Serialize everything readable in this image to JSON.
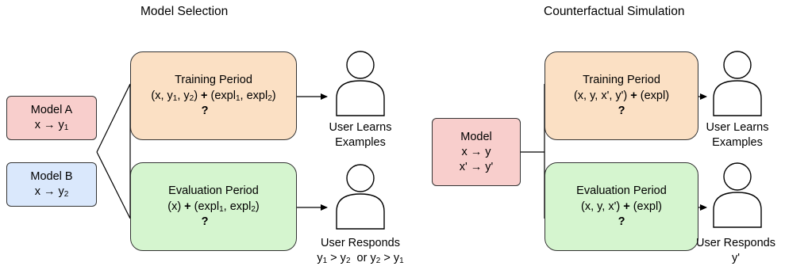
{
  "left": {
    "title": "Model Selection",
    "model_a": {
      "name": "Model A",
      "mapping_pre": "x → y",
      "mapping_sub": "1"
    },
    "model_b": {
      "name": "Model B",
      "mapping_pre": "x → y",
      "mapping_sub": "2"
    },
    "training": {
      "title": "Training Period",
      "formula": {
        "p1": "(x, y",
        "s1": "1",
        "p2": ", y",
        "s2": "2",
        "p3": ") ",
        "plus": "+",
        "p4": " (expl",
        "s3": "1",
        "p5": ", expl",
        "s4": "2",
        "p6": ")"
      },
      "question": "?"
    },
    "evaluation": {
      "title": "Evaluation Period",
      "formula": {
        "p1": "(x) ",
        "plus": "+",
        "p2": " (expl",
        "s1": "1",
        "p3": ", expl",
        "s2": "2",
        "p4": ")"
      },
      "question": "?"
    },
    "user_learns": {
      "line1": "User Learns",
      "line2": "Examples"
    },
    "user_responds": {
      "line1": "User Responds",
      "line2": {
        "a": "y",
        "as": "1",
        "b": " > y",
        "bs": "2",
        "c": "  or y",
        "cs": "2",
        "d": " > y",
        "ds": "1"
      }
    }
  },
  "right": {
    "title": "Counterfactual Simulation",
    "model": {
      "name": "Model",
      "line2": "x → y",
      "line3": "x' → y'"
    },
    "training": {
      "title": "Training Period",
      "formula": {
        "p1": "(x, y, x', y') ",
        "plus": "+",
        "p2": " (expl)"
      },
      "question": "?"
    },
    "evaluation": {
      "title": "Evaluation Period",
      "formula": {
        "p1": "(x, y, x') ",
        "plus": "+",
        "p2": " (expl)"
      },
      "question": "?"
    },
    "user_learns": {
      "line1": "User Learns",
      "line2": "Examples"
    },
    "user_responds": {
      "line1": "User Responds",
      "line2": "y'"
    }
  },
  "icons": {
    "person": "user-silhouette-icon"
  },
  "colors": {
    "model": "#f8cecc",
    "model_b": "#dae8fc",
    "training": "#fbe0c4",
    "evaluation": "#d5f5cf",
    "stroke": "#333333"
  }
}
